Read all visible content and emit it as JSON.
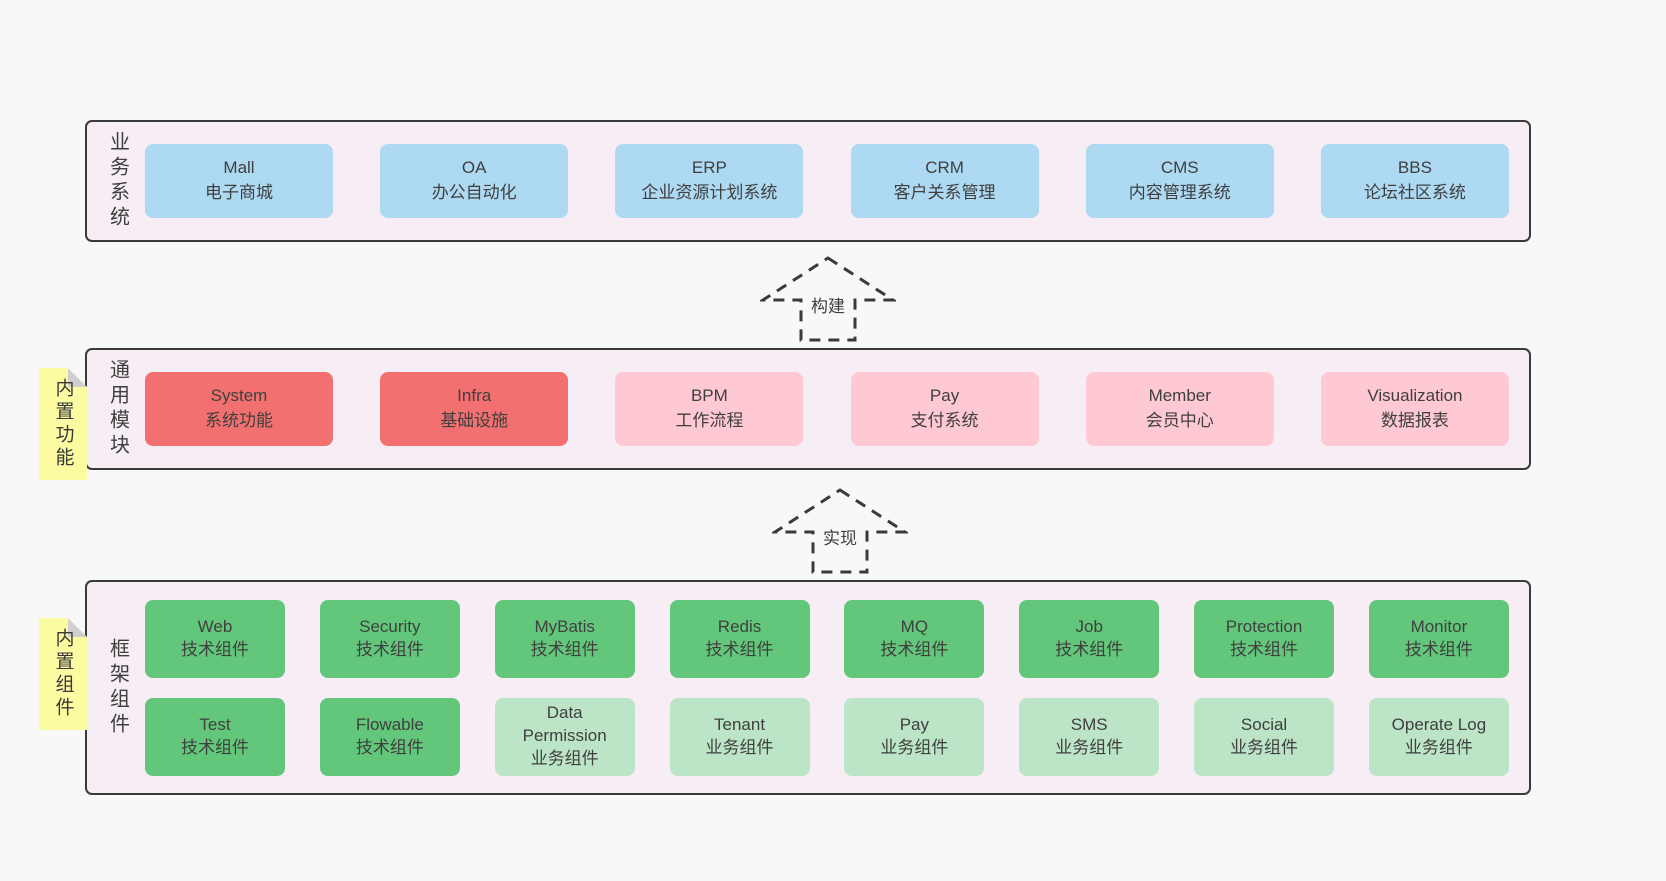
{
  "colors": {
    "pageBg": "#f8f8f8",
    "bandBg": "#f7edf5",
    "line": "#3a3a3a",
    "text": "#3f3f3f",
    "blue": "#aed9f2",
    "red": "#f2706f",
    "pink": "#ffc9d4",
    "green": "#62c77a",
    "lightGreen": "#bce4c6",
    "noteYellow": "#fbfba2",
    "noteFold": "#cfcfcf"
  },
  "bands": [
    {
      "id": "business-systems",
      "label": "业务系统",
      "note": null,
      "rows": [
        [
          {
            "title": "Mall",
            "subtitle": "电子商城",
            "color": "blue"
          },
          {
            "title": "OA",
            "subtitle": "办公自动化",
            "color": "blue"
          },
          {
            "title": "ERP",
            "subtitle": "企业资源计划系统",
            "color": "blue"
          },
          {
            "title": "CRM",
            "subtitle": "客户关系管理",
            "color": "blue"
          },
          {
            "title": "CMS",
            "subtitle": "内容管理系统",
            "color": "blue"
          },
          {
            "title": "BBS",
            "subtitle": "论坛社区系统",
            "color": "blue"
          }
        ]
      ]
    },
    {
      "id": "common-modules",
      "label": "通用模块",
      "note": "内置功能",
      "rows": [
        [
          {
            "title": "System",
            "subtitle": "系统功能",
            "color": "red"
          },
          {
            "title": "Infra",
            "subtitle": "基础设施",
            "color": "red"
          },
          {
            "title": "BPM",
            "subtitle": "工作流程",
            "color": "pink"
          },
          {
            "title": "Pay",
            "subtitle": "支付系统",
            "color": "pink"
          },
          {
            "title": "Member",
            "subtitle": "会员中心",
            "color": "pink"
          },
          {
            "title": "Visualization",
            "subtitle": "数据报表",
            "color": "pink"
          }
        ]
      ]
    },
    {
      "id": "framework-components",
      "label": "框架组件",
      "note": "内置组件",
      "rows": [
        [
          {
            "title": "Web",
            "subtitle": "技术组件",
            "color": "green"
          },
          {
            "title": "Security",
            "subtitle": "技术组件",
            "color": "green"
          },
          {
            "title": "MyBatis",
            "subtitle": "技术组件",
            "color": "green"
          },
          {
            "title": "Redis",
            "subtitle": "技术组件",
            "color": "green"
          },
          {
            "title": "MQ",
            "subtitle": "技术组件",
            "color": "green"
          },
          {
            "title": "Job",
            "subtitle": "技术组件",
            "color": "green"
          },
          {
            "title": "Protection",
            "subtitle": "技术组件",
            "color": "green"
          },
          {
            "title": "Monitor",
            "subtitle": "技术组件",
            "color": "green"
          }
        ],
        [
          {
            "title": "Test",
            "subtitle": "技术组件",
            "color": "green"
          },
          {
            "title": "Flowable",
            "subtitle": "技术组件",
            "color": "green"
          },
          {
            "title": "Data Permission",
            "subtitle": "业务组件",
            "color": "lightGreen"
          },
          {
            "title": "Tenant",
            "subtitle": "业务组件",
            "color": "lightGreen"
          },
          {
            "title": "Pay",
            "subtitle": "业务组件",
            "color": "lightGreen"
          },
          {
            "title": "SMS",
            "subtitle": "业务组件",
            "color": "lightGreen"
          },
          {
            "title": "Social",
            "subtitle": "业务组件",
            "color": "lightGreen"
          },
          {
            "title": "Operate Log",
            "subtitle": "业务组件",
            "color": "lightGreen"
          }
        ]
      ]
    }
  ],
  "arrows": [
    {
      "label": "构建"
    },
    {
      "label": "实现"
    }
  ]
}
